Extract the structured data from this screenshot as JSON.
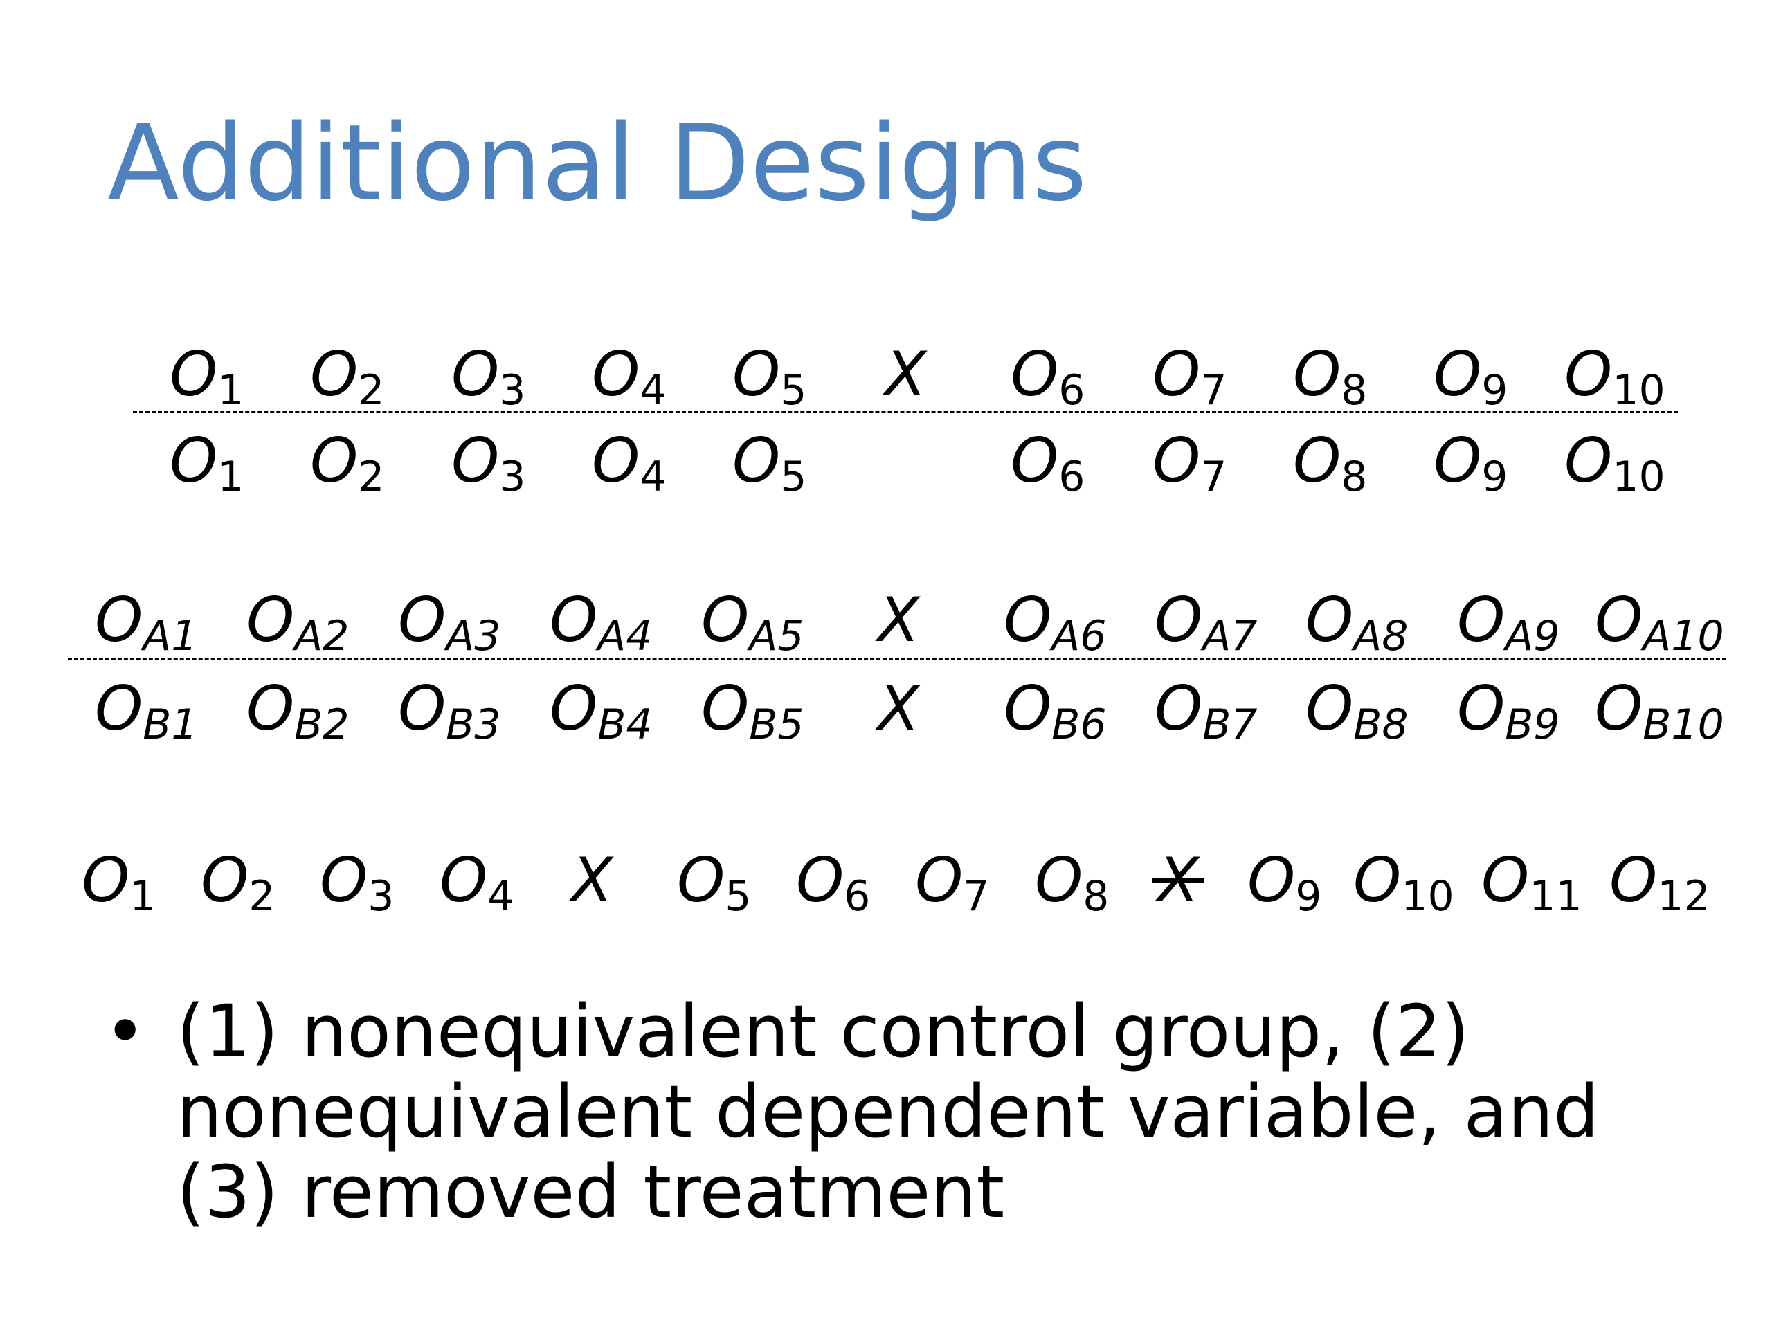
{
  "slide": {
    "title": "Additional Designs",
    "bullet_marker": "•",
    "bullet": "(1) nonequivalent control group, (2) nonequivalent dependent variable, and (3) removed treatment"
  },
  "designs": {
    "nonequivalent_control_group": {
      "treatment_row": [
        {
          "base": "O",
          "sub": "1"
        },
        {
          "base": "O",
          "sub": "2"
        },
        {
          "base": "O",
          "sub": "3"
        },
        {
          "base": "O",
          "sub": "4"
        },
        {
          "base": "O",
          "sub": "5"
        },
        {
          "base": "X",
          "sub": ""
        },
        {
          "base": "O",
          "sub": "6"
        },
        {
          "base": "O",
          "sub": "7"
        },
        {
          "base": "O",
          "sub": "8"
        },
        {
          "base": "O",
          "sub": "9"
        },
        {
          "base": "O",
          "sub": "10"
        }
      ],
      "control_row": [
        {
          "base": "O",
          "sub": "1"
        },
        {
          "base": "O",
          "sub": "2"
        },
        {
          "base": "O",
          "sub": "3"
        },
        {
          "base": "O",
          "sub": "4"
        },
        {
          "base": "O",
          "sub": "5"
        },
        {
          "base": "",
          "sub": ""
        },
        {
          "base": "O",
          "sub": "6"
        },
        {
          "base": "O",
          "sub": "7"
        },
        {
          "base": "O",
          "sub": "8"
        },
        {
          "base": "O",
          "sub": "9"
        },
        {
          "base": "O",
          "sub": "10"
        }
      ]
    },
    "nonequivalent_dependent_variable": {
      "row_a": [
        {
          "base": "O",
          "sub": "A1"
        },
        {
          "base": "O",
          "sub": "A2"
        },
        {
          "base": "O",
          "sub": "A3"
        },
        {
          "base": "O",
          "sub": "A4"
        },
        {
          "base": "O",
          "sub": "A5"
        },
        {
          "base": "X",
          "sub": ""
        },
        {
          "base": "O",
          "sub": "A6"
        },
        {
          "base": "O",
          "sub": "A7"
        },
        {
          "base": "O",
          "sub": "A8"
        },
        {
          "base": "O",
          "sub": "A9"
        },
        {
          "base": "O",
          "sub": "A10"
        }
      ],
      "row_b": [
        {
          "base": "O",
          "sub": "B1"
        },
        {
          "base": "O",
          "sub": "B2"
        },
        {
          "base": "O",
          "sub": "B3"
        },
        {
          "base": "O",
          "sub": "B4"
        },
        {
          "base": "O",
          "sub": "B5"
        },
        {
          "base": "X",
          "sub": ""
        },
        {
          "base": "O",
          "sub": "B6"
        },
        {
          "base": "O",
          "sub": "B7"
        },
        {
          "base": "O",
          "sub": "B8"
        },
        {
          "base": "O",
          "sub": "B9"
        },
        {
          "base": "O",
          "sub": "B10"
        }
      ]
    },
    "removed_treatment": {
      "row": [
        {
          "base": "O",
          "sub": "1"
        },
        {
          "base": "O",
          "sub": "2"
        },
        {
          "base": "O",
          "sub": "3"
        },
        {
          "base": "O",
          "sub": "4"
        },
        {
          "base": "X",
          "sub": ""
        },
        {
          "base": "O",
          "sub": "5"
        },
        {
          "base": "O",
          "sub": "6"
        },
        {
          "base": "O",
          "sub": "7"
        },
        {
          "base": "O",
          "sub": "8"
        },
        {
          "base": "X",
          "sub": "",
          "crossed": true
        },
        {
          "base": "O",
          "sub": "9"
        },
        {
          "base": "O",
          "sub": "10"
        },
        {
          "base": "O",
          "sub": "11"
        },
        {
          "base": "O",
          "sub": "12"
        }
      ]
    }
  },
  "colors": {
    "title": "#4f81bd",
    "text": "#000000",
    "background": "#ffffff"
  }
}
